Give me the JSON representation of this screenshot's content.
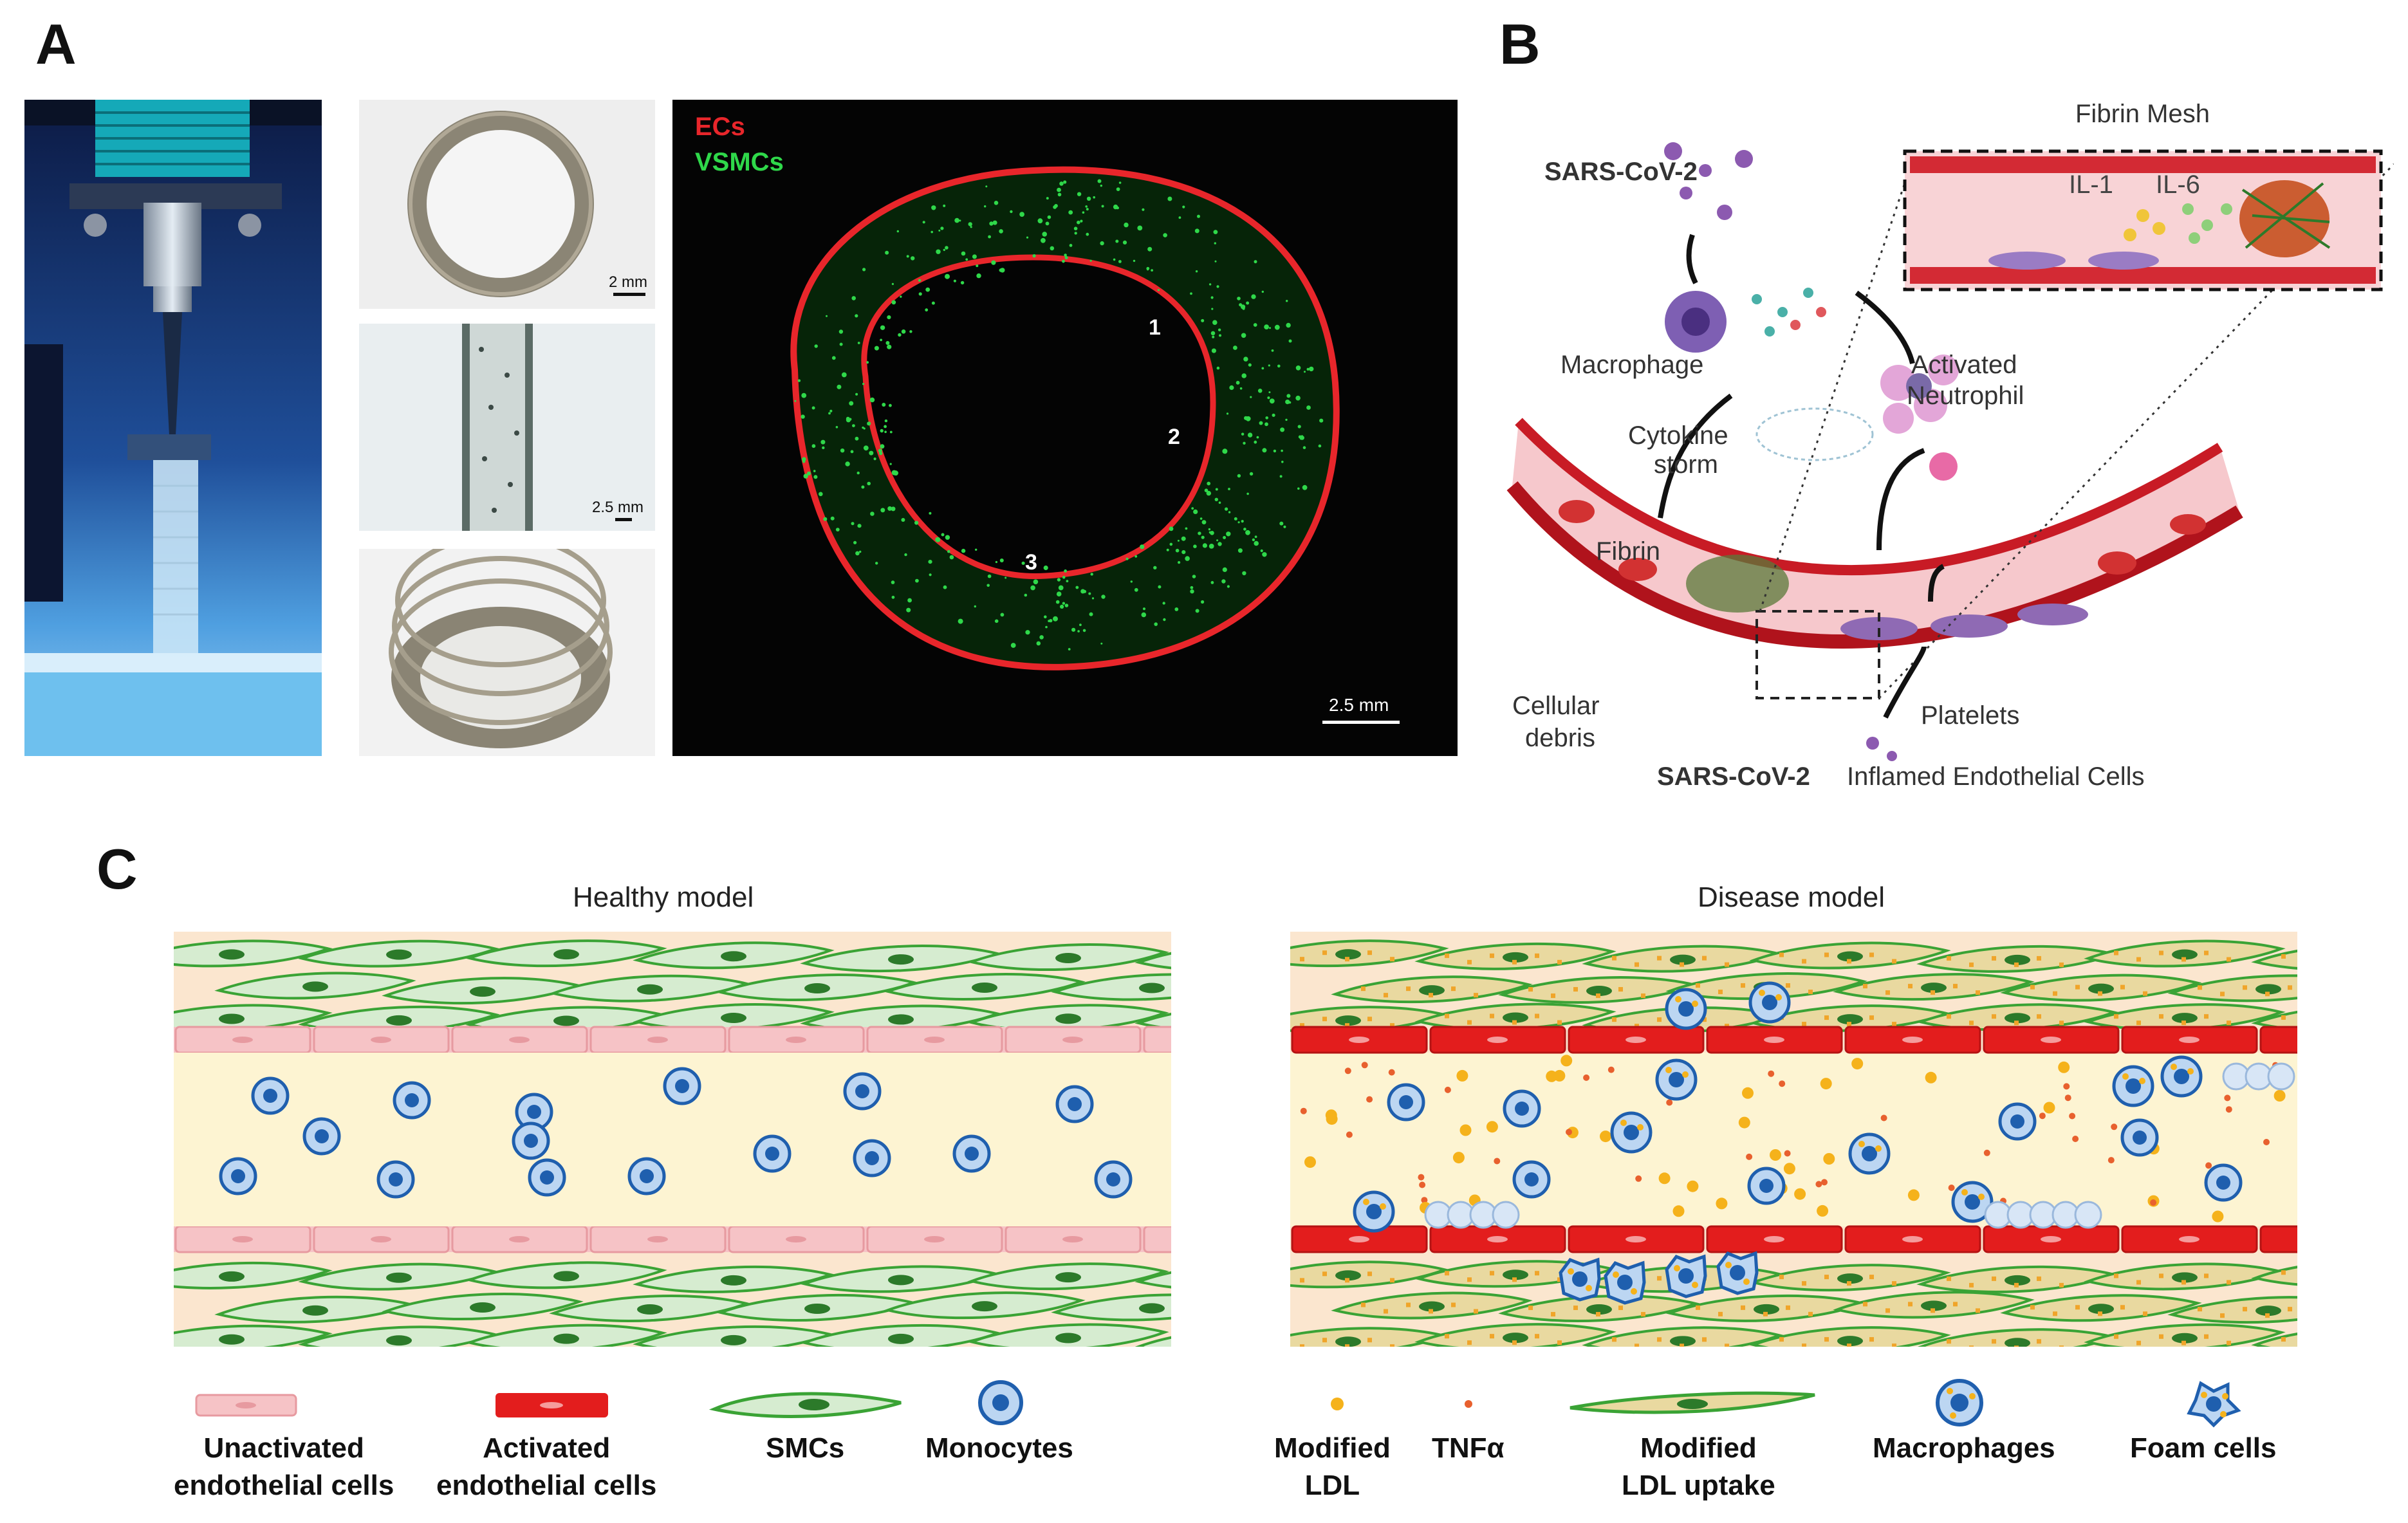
{
  "panels": {
    "a": "A",
    "b": "B",
    "c": "C"
  },
  "panelA": {
    "scale_top": "2 mm",
    "scale_mid": "2.5 mm",
    "fluor_legend_1": "ECs",
    "fluor_legend_2": "VSMCs",
    "fluor_marker_1": "1",
    "fluor_marker_2": "2",
    "fluor_marker_3": "3",
    "fluor_scale": "2.5 mm"
  },
  "panelB": {
    "sars_top": "SARS-CoV-2",
    "macrophage": "Macrophage",
    "activated_1": "Activated",
    "activated_2": "Neutrophil",
    "cytokine_1": "Cytokine",
    "cytokine_2": "storm",
    "fibrin": "Fibrin",
    "debris_1": "Cellular",
    "debris_2": "debris",
    "platelets": "Platelets",
    "sars_bottom": "SARS-CoV-2",
    "inflamed": "Inflamed Endothelial Cells",
    "fibrin_mesh": "Fibrin Mesh",
    "il1": "IL-1",
    "il6": "IL-6"
  },
  "panelC": {
    "healthy_title": "Healthy model",
    "disease_title": "Disease model",
    "legend": {
      "unactivated_1": "Unactivated",
      "unactivated_2": "endothelial cells",
      "activated_1": "Activated",
      "activated_2": "endothelial cells",
      "smcs": "SMCs",
      "monocytes": "Monocytes",
      "modified_ldl_1": "Modified",
      "modified_ldl_2": "LDL",
      "tnfa": "TNFα",
      "uptake_1": "Modified",
      "uptake_2": "LDL uptake",
      "macrophages": "Macrophages",
      "foam_cells": "Foam cells"
    }
  },
  "colors": {
    "endothelial_unactivated": "#f6c3c6",
    "endothelial_activated": "#e31d1d",
    "smc_green": "#3aa335",
    "smc_fill": "#d6ecd0",
    "monocyte_blue": "#1f5fae",
    "ldl_yellow": "#f5b21b",
    "lumen": "#fdf4d2",
    "fluor_red": "#e8262b",
    "fluor_green": "#2fd84a"
  }
}
